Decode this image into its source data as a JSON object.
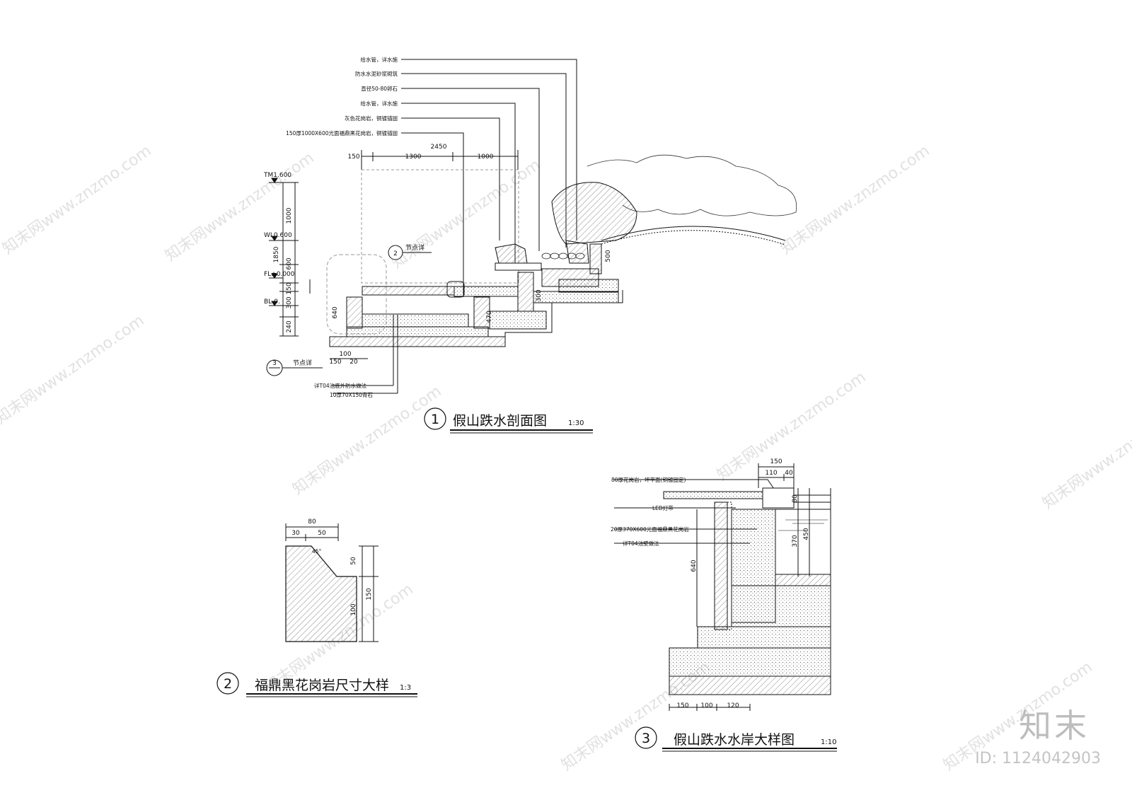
{
  "watermark": {
    "text": "知末网www.znzmo.com",
    "brand": "知末",
    "id": "ID: 1124042903"
  },
  "detail1": {
    "number": "1",
    "title": "假山跌水剖面图",
    "scale": "1:30",
    "notes": [
      "给水管，详水施",
      "防水水泥砂浆砌筑",
      "直径50-80卵石",
      "给水管，详水施",
      "灰色花岗岩，铜镀锚固",
      "150厚1000X600光面福鼎黑花岗岩，铜镀锚固"
    ],
    "bottom_notes": [
      "详T04池底外防水做法",
      "10厚70X150青石"
    ],
    "dims_top": [
      "150",
      "1300",
      "1000",
      "2450"
    ],
    "levels": [
      "TM1.600",
      "WL0.600",
      "FL±0.000",
      "BL-0."
    ],
    "dims_left": [
      "1000",
      "1850",
      "600",
      "150",
      "300",
      "640",
      "240"
    ],
    "dims_bottom": [
      "100",
      "150",
      "20"
    ],
    "dims_right": [
      "500",
      "300",
      "470"
    ],
    "callout2": {
      "num": "2",
      "text": "节点详"
    },
    "callout3": {
      "num": "3",
      "text": "节点详"
    }
  },
  "detail2": {
    "number": "2",
    "title": "福鼎黑花岗岩尺寸大样",
    "scale": "1:3",
    "dims": [
      "80",
      "30",
      "50",
      "50",
      "150",
      "100",
      "45°"
    ]
  },
  "detail3": {
    "number": "3",
    "title": "假山跌水水岸大样图",
    "scale": "1:10",
    "notes": [
      "80厚花岗岩，坪平面(铜镀固定)",
      "LED灯带",
      "20厚370X600光面福鼎黑花岗岩",
      "详T04池壁做法"
    ],
    "dims_top": [
      "150",
      "110",
      "40"
    ],
    "dims_right": [
      "80",
      "370",
      "450"
    ],
    "dims_left": [
      "640"
    ],
    "dims_bottom": [
      "150",
      "100",
      "120"
    ]
  }
}
